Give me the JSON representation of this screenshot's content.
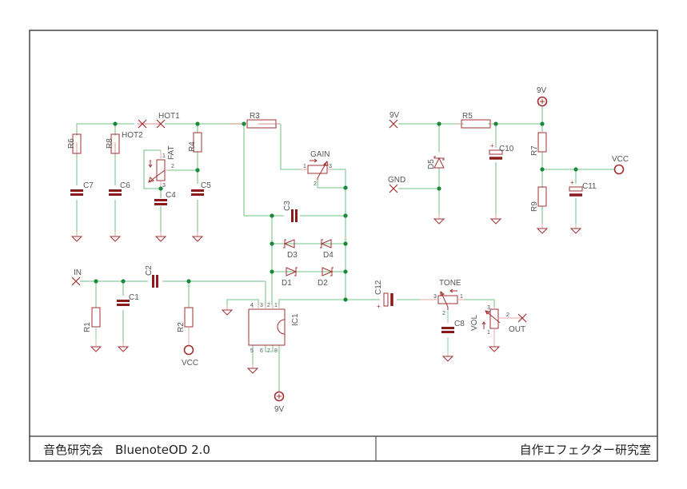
{
  "title_block": {
    "left_text": "音色研究会　BluenoteOD 2.0",
    "right_text": "自作エフェクター研究室"
  },
  "colors": {
    "wire": "#8fce9f",
    "pin": "#e0a8a8",
    "component": "#a03030",
    "cap_plate": "#8b1a1a",
    "junction": "#1a8a3a",
    "label": "#555555",
    "frame": "#444444"
  },
  "labels": {
    "HOT1": "HOT1",
    "HOT2": "HOT2",
    "R6": "R6",
    "R8": "R8",
    "R4": "R4",
    "R3": "R3",
    "C7": "C7",
    "C6": "C6",
    "C4": "C4",
    "C5": "C5",
    "C3": "C3",
    "FAT": "FAT",
    "GAIN": "GAIN",
    "D1": "D1",
    "D2": "D2",
    "D3": "D3",
    "D4": "D4",
    "D5": "D5",
    "IN": "IN",
    "C1": "C1",
    "C2": "C2",
    "R1": "R1",
    "R2": "R2",
    "VCC_R2": "VCC",
    "IC1": "IC1",
    "IC_9V": "9V",
    "C12": "C12",
    "TONE": "TONE",
    "C8": "C8",
    "VOL": "VOL",
    "OUT": "OUT",
    "PS_9V": "9V",
    "GND": "GND",
    "R5": "R5",
    "C10": "C10",
    "TOP_9V": "9V",
    "R7": "R7",
    "R9": "R9",
    "C11": "C11",
    "VCC": "VCC"
  },
  "pins": {
    "p1": "1",
    "p2": "2",
    "p3": "3",
    "p4": "4",
    "p5": "5",
    "p6": "6",
    "p7": "7",
    "p8": "8"
  }
}
